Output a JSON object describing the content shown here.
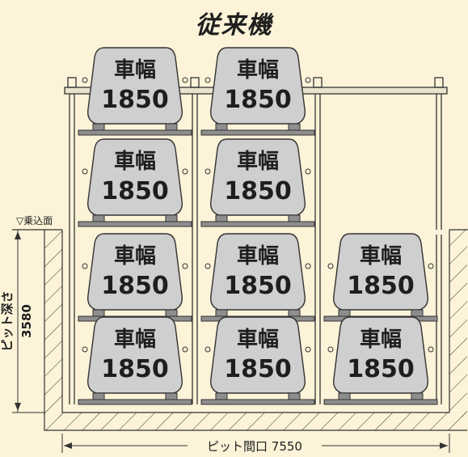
{
  "title": "従来機",
  "car_label_line1": "車幅",
  "car_label_line2": "1850",
  "boarding_label": "▽乗込面",
  "pit_depth_label": "ピット深さ",
  "pit_depth_value": "3580",
  "pit_width_label": "ピット間口 7550",
  "colors": {
    "background": "#FCF3D8",
    "car_fill": "#CFCFCF",
    "pallet": "#8E8E8E",
    "text": "#1E1E1E",
    "frame": "#333333"
  }
}
